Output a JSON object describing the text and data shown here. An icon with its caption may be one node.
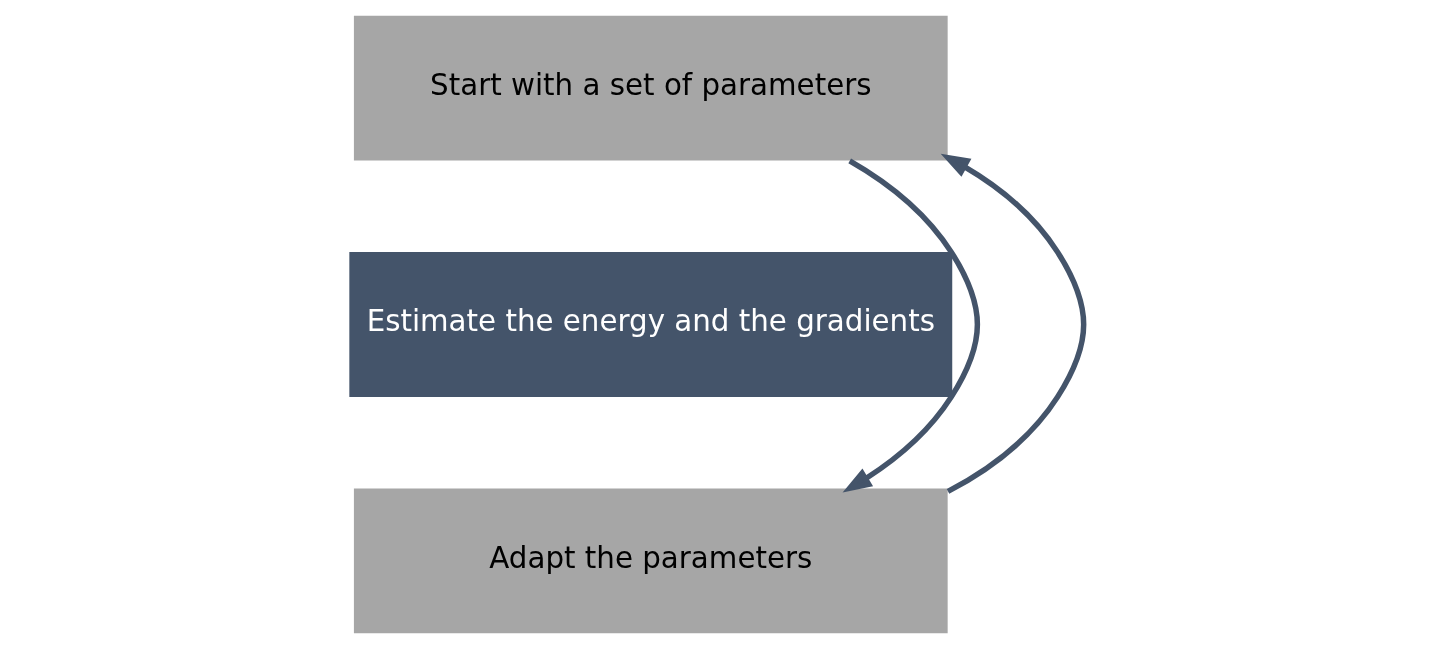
{
  "diagram": {
    "nodes": [
      {
        "text": [
          "Start with a set of parameters"
        ]
      },
      {
        "text": [
          "Estimate the energy and the gradients"
        ]
      },
      {
        "text": [
          "Adapt the parameters"
        ]
      }
    ],
    "edges": [
      {
        "from": 0,
        "to": 2,
        "arrow": "to"
      },
      {
        "from": 2,
        "to": 0,
        "arrow": "to"
      }
    ]
  }
}
